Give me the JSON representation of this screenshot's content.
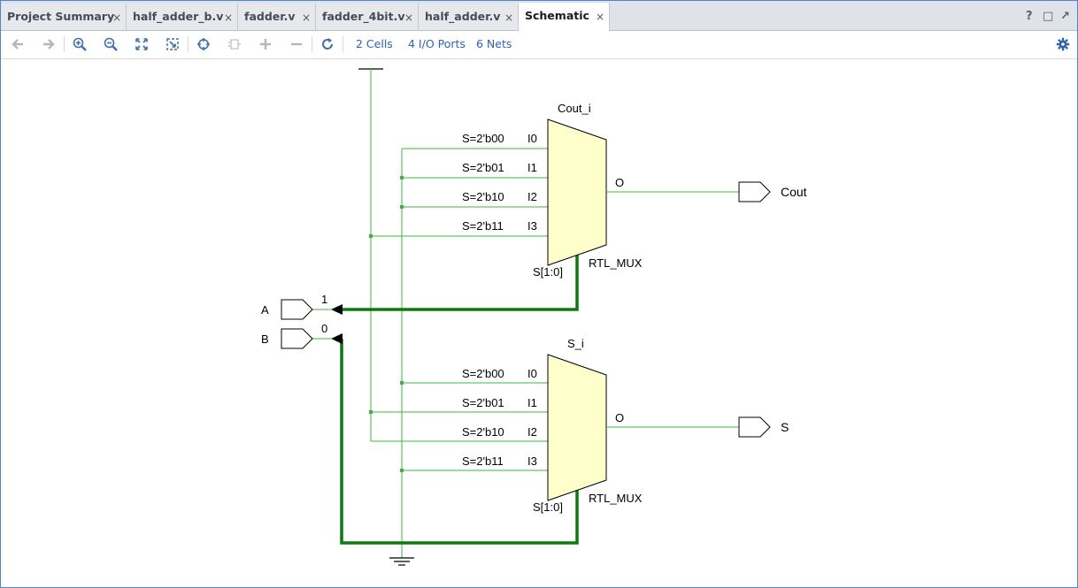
{
  "tabs": [
    {
      "label": "Project Summary",
      "active": false
    },
    {
      "label": "half_adder_b.v",
      "active": false
    },
    {
      "label": "fadder.v",
      "active": false
    },
    {
      "label": "fadder_4bit.v",
      "active": false
    },
    {
      "label": "half_adder.v",
      "active": false
    },
    {
      "label": "Schematic",
      "active": true
    }
  ],
  "tab_close_glyph": "×",
  "window_controls": {
    "help": "?",
    "restore": "□",
    "float": "↗"
  },
  "toolbar": {
    "icons": [
      "back-icon",
      "forward-icon",
      "zoom-in-icon",
      "zoom-out-icon",
      "zoom-fit-icon",
      "auto-fit-icon",
      "select-target-icon",
      "collapse-icon",
      "add-icon",
      "remove-icon",
      "refresh-icon"
    ],
    "cells_link": "2 Cells",
    "ports_link": "4 I/O Ports",
    "nets_link": "6 Nets",
    "settings_icon": "gear-icon"
  },
  "schematic": {
    "colors": {
      "wire": "#3fb43f",
      "bus": "#0c7a0c",
      "mux_fill": "#ffffcc"
    },
    "inputs": [
      {
        "name": "A",
        "bit": "1"
      },
      {
        "name": "B",
        "bit": "0"
      }
    ],
    "outputs": [
      "Cout",
      "S"
    ],
    "muxes": [
      {
        "instance": "Cout_i",
        "type": "RTL_MUX",
        "select": "S[1:0]",
        "out_pin": "O",
        "inputs": [
          {
            "sel": "S=2'b00",
            "pin": "I0"
          },
          {
            "sel": "S=2'b01",
            "pin": "I1"
          },
          {
            "sel": "S=2'b10",
            "pin": "I2"
          },
          {
            "sel": "S=2'b11",
            "pin": "I3"
          }
        ]
      },
      {
        "instance": "S_i",
        "type": "RTL_MUX",
        "select": "S[1:0]",
        "out_pin": "O",
        "inputs": [
          {
            "sel": "S=2'b00",
            "pin": "I0"
          },
          {
            "sel": "S=2'b01",
            "pin": "I1"
          },
          {
            "sel": "S=2'b10",
            "pin": "I2"
          },
          {
            "sel": "S=2'b11",
            "pin": "I3"
          }
        ]
      }
    ]
  }
}
